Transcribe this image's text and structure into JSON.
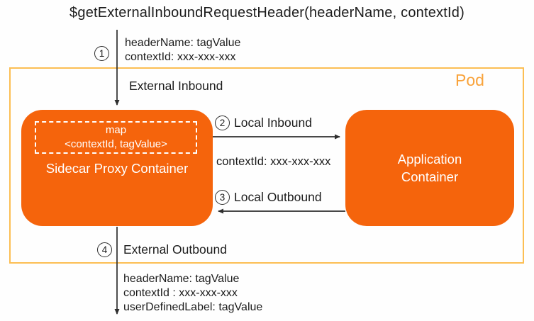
{
  "title": "$getExternalInboundRequestHeader(headerName, contextId)",
  "pod": {
    "label": "Pod"
  },
  "containers": {
    "sidecar": {
      "map_title": "map",
      "map_entry": "<contextId, tagValue>",
      "label": "Sidecar Proxy Container"
    },
    "application": {
      "label_line1": "Application",
      "label_line2": "Container"
    }
  },
  "steps": {
    "s1": {
      "num": "1",
      "label": "External Inbound",
      "annotation_line1": "headerName: tagValue",
      "annotation_line2": "contextId: xxx-xxx-xxx"
    },
    "s2": {
      "num": "2",
      "label": "Local Inbound",
      "annotation": "contextId: xxx-xxx-xxx"
    },
    "s3": {
      "num": "3",
      "label": "Local Outbound"
    },
    "s4": {
      "num": "4",
      "label": "External Outbound",
      "annotation_line1": "headerName: tagValue",
      "annotation_line2": "contextId : xxx-xxx-xxx",
      "annotation_line3": "userDefinedLabel: tagValue"
    }
  },
  "colors": {
    "container_fill": "#F5640C",
    "pod_border": "#FCBE53",
    "pod_label": "#F9A33B",
    "arrow": "#2E2E2E",
    "container_text": "#FFFFFF"
  }
}
